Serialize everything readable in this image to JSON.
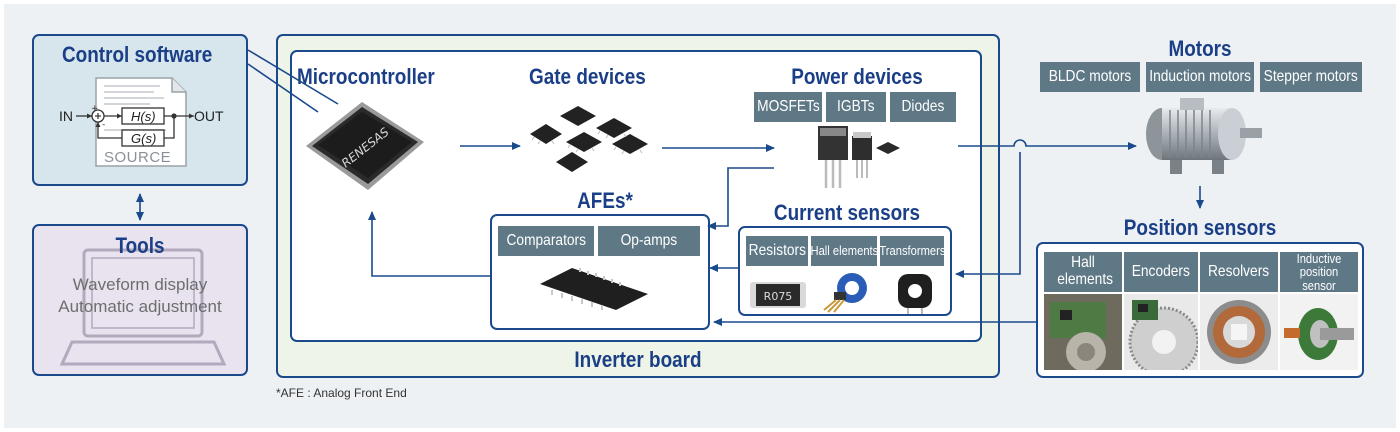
{
  "colors": {
    "accent": "#1b3f87",
    "border": "#1a4a8c",
    "chip": "#5f7886",
    "control_software_bg": "#d6e6ec",
    "tools_bg": "#e9e3ef",
    "inverter_bg": "#eef5e8"
  },
  "control_software": {
    "title": "Control software",
    "block": {
      "in_label": "IN",
      "out_label": "OUT",
      "h_label": "H(s)",
      "g_label": "G(s)",
      "source_label": "SOURCE"
    }
  },
  "tools": {
    "title": "Tools",
    "line1": "Waveform display",
    "line2": "Automatic adjustment"
  },
  "inverter_board": {
    "title": "Inverter board",
    "microcontroller": {
      "title": "Microcontroller",
      "chip_text": "RENESAS"
    },
    "gate_devices": {
      "title": "Gate devices"
    },
    "power_devices": {
      "title": "Power devices",
      "items": [
        "MOSFETs",
        "IGBTs",
        "Diodes"
      ]
    },
    "afes": {
      "title": "AFEs*",
      "items": [
        "Comparators",
        "Op-amps"
      ]
    },
    "current_sensors": {
      "title": "Current sensors",
      "items": [
        "Resistors",
        "Hall elements",
        "Transformers"
      ],
      "resistor_marking": "R075"
    }
  },
  "motors": {
    "title": "Motors",
    "items": [
      "BLDC motors",
      "Induction motors",
      "Stepper motors"
    ]
  },
  "position_sensors": {
    "title": "Position sensors",
    "items": [
      "Hall elements",
      "Encoders",
      "Resolvers",
      "Inductive position sensor"
    ]
  },
  "footnote": "*AFE : Analog Front End",
  "icons": [
    "source-file-icon",
    "laptop-icon",
    "microcontroller-chip-icon",
    "gate-device-chip-icon",
    "power-transistor-icon",
    "afe-ic-icon",
    "resistor-icon",
    "hall-element-icon",
    "transformer-icon",
    "motor-icon",
    "hall-sensor-photo-icon",
    "encoder-photo-icon",
    "resolver-photo-icon",
    "inductive-sensor-photo-icon"
  ]
}
